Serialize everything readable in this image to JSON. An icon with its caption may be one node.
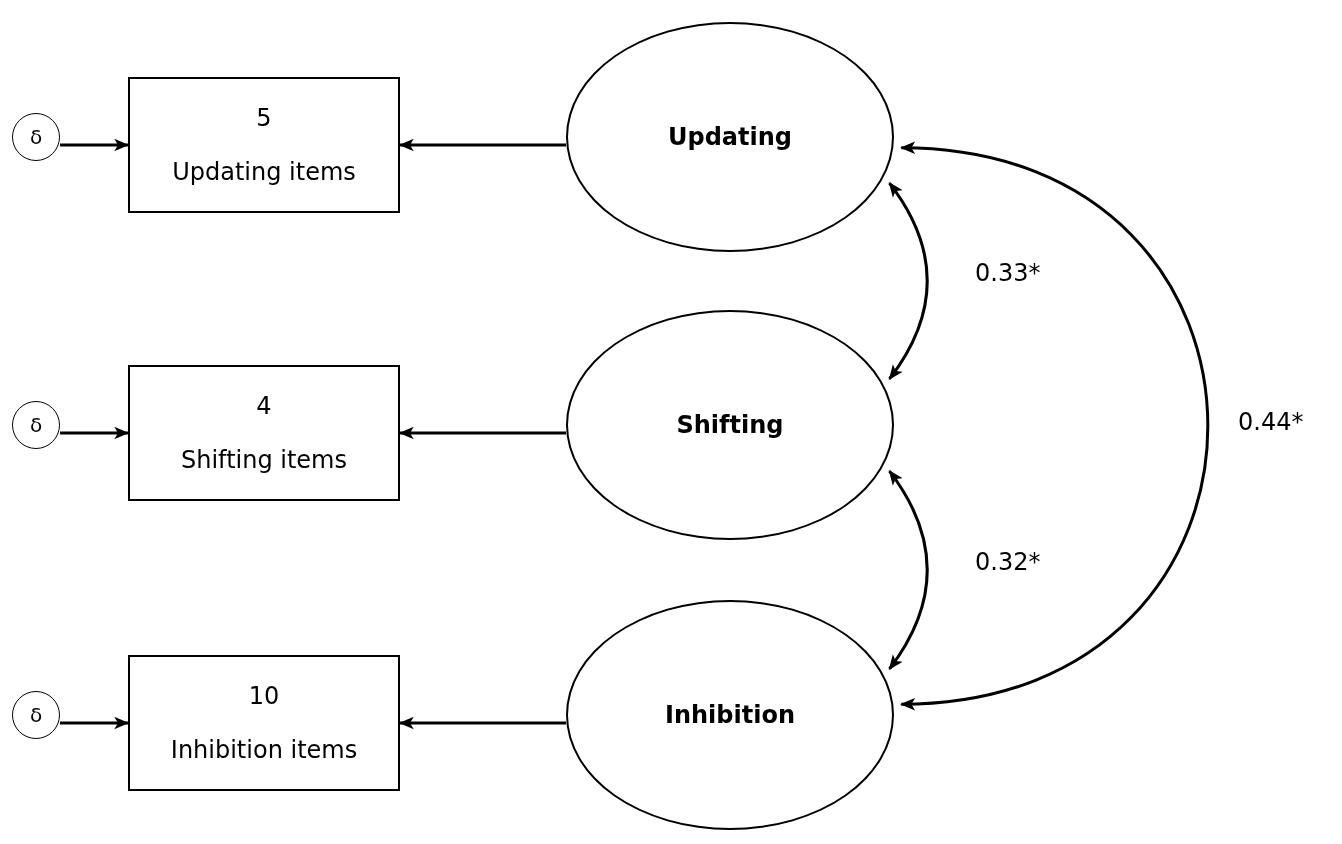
{
  "diagram": {
    "nodes": [
      {
        "text": [
          "δ"
        ]
      },
      {
        "text": [
          "5",
          "Updating items"
        ]
      },
      {
        "text": [
          "Updating"
        ]
      },
      {
        "text": [
          "δ"
        ]
      },
      {
        "text": [
          "4",
          "Shifting items"
        ]
      },
      {
        "text": [
          "Shifting"
        ]
      },
      {
        "text": [
          "δ"
        ]
      },
      {
        "text": [
          "10",
          "Inhibition items"
        ]
      },
      {
        "text": [
          "Inhibition"
        ]
      }
    ],
    "edges": [
      {
        "from": 0,
        "to": 1,
        "arrow": "to"
      },
      {
        "from": 2,
        "to": 1,
        "arrow": "to"
      },
      {
        "from": 3,
        "to": 4,
        "arrow": "to"
      },
      {
        "from": 5,
        "to": 4,
        "arrow": "to"
      },
      {
        "from": 6,
        "to": 7,
        "arrow": "to"
      },
      {
        "from": 8,
        "to": 7,
        "arrow": "to"
      },
      {
        "from": 2,
        "to": 5,
        "arrow": "both",
        "label": "0.33*"
      },
      {
        "from": 5,
        "to": 8,
        "arrow": "both",
        "label": "0.32*"
      },
      {
        "from": 2,
        "to": 8,
        "arrow": "both",
        "label": "0.44*"
      }
    ]
  }
}
